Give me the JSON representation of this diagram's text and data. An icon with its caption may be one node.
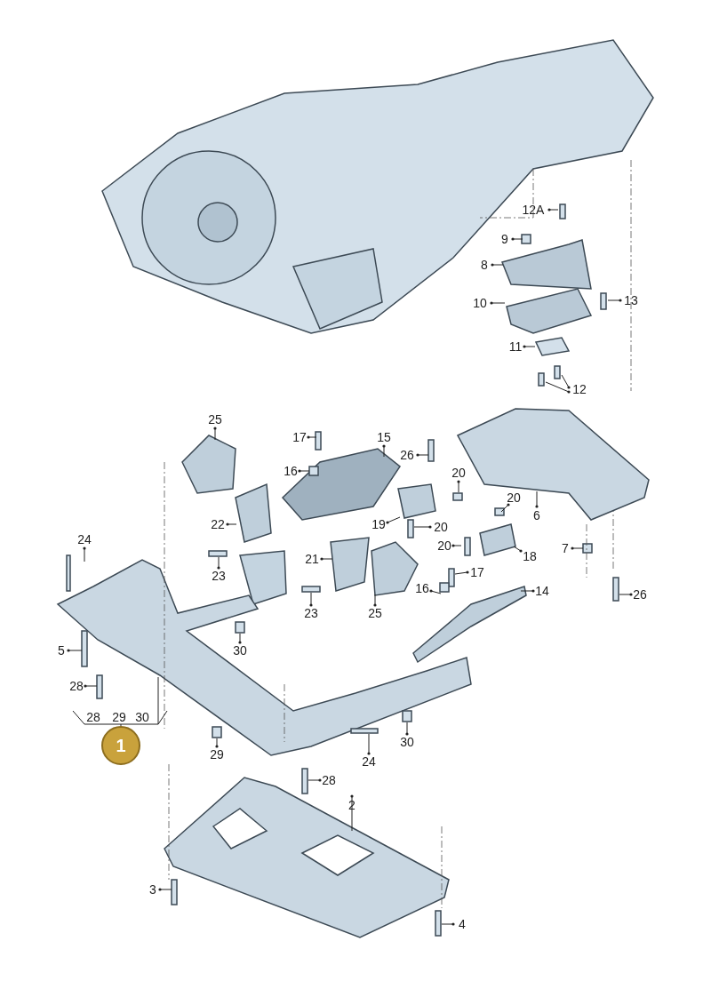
{
  "diagram": {
    "nodes": [
      {
        "text": [
          "12A"
        ]
      },
      {
        "text": [
          "9"
        ]
      },
      {
        "text": [
          "8"
        ]
      },
      {
        "text": [
          "10"
        ]
      },
      {
        "text": [
          "13"
        ]
      },
      {
        "text": [
          "11"
        ]
      },
      {
        "text": [
          "12"
        ]
      },
      {
        "text": [
          "25"
        ]
      },
      {
        "text": [
          "17"
        ]
      },
      {
        "text": [
          "15"
        ]
      },
      {
        "text": [
          "26"
        ]
      },
      {
        "text": [
          "16"
        ]
      },
      {
        "text": [
          "20"
        ]
      },
      {
        "text": [
          "22"
        ]
      },
      {
        "text": [
          "19"
        ]
      },
      {
        "text": [
          "20"
        ]
      },
      {
        "text": [
          "20"
        ]
      },
      {
        "text": [
          "24"
        ]
      },
      {
        "text": [
          "23"
        ]
      },
      {
        "text": [
          "21"
        ]
      },
      {
        "text": [
          "20"
        ]
      },
      {
        "text": [
          "18"
        ]
      },
      {
        "text": [
          "7"
        ]
      },
      {
        "text": [
          "17"
        ]
      },
      {
        "text": [
          "14"
        ]
      },
      {
        "text": [
          "23"
        ]
      },
      {
        "text": [
          "25"
        ]
      },
      {
        "text": [
          "16"
        ]
      },
      {
        "text": [
          "26"
        ]
      },
      {
        "text": [
          "5"
        ]
      },
      {
        "text": [
          "30"
        ]
      },
      {
        "text": [
          "28"
        ]
      },
      {
        "text": [
          "30"
        ]
      },
      {
        "text": [
          "24"
        ]
      },
      {
        "text": [
          "29"
        ]
      },
      {
        "text": [
          "28"
        ]
      },
      {
        "text": [
          "2"
        ]
      },
      {
        "text": [
          "3"
        ]
      },
      {
        "text": [
          "4"
        ]
      },
      {
        "text": [
          "1"
        ]
      },
      {
        "text": [
          "6"
        ]
      },
      {
        "text": [],
        "shape": "picture"
      }
    ],
    "edges": [
      {
        "from": 0,
        "to": null,
        "arrow": "other"
      },
      {
        "from": 1,
        "to": null,
        "arrow": "other"
      },
      {
        "from": 2,
        "to": null,
        "arrow": "other"
      },
      {
        "from": 3,
        "to": null,
        "arrow": "other"
      },
      {
        "from": 4,
        "to": null,
        "arrow": "other"
      },
      {
        "from": 5,
        "to": null,
        "arrow": "other"
      },
      {
        "from": 6,
        "to": null,
        "arrow": "other"
      },
      {
        "from": 6,
        "to": null,
        "arrow": "other"
      },
      {
        "from": 7,
        "to": null,
        "arrow": "other"
      },
      {
        "from": 8,
        "to": null,
        "arrow": "other"
      },
      {
        "from": 9,
        "to": null,
        "arrow": "other"
      },
      {
        "from": 10,
        "to": null,
        "arrow": "other"
      },
      {
        "from": 11,
        "to": null,
        "arrow": "other"
      },
      {
        "from": 12,
        "to": null,
        "arrow": "other"
      },
      {
        "from": 13,
        "to": null,
        "arrow": "other"
      },
      {
        "from": 14,
        "to": null,
        "arrow": "other"
      },
      {
        "from": 15,
        "to": null,
        "arrow": "other"
      },
      {
        "from": 16,
        "to": null,
        "arrow": "other"
      },
      {
        "from": 17,
        "to": null,
        "arrow": "other"
      },
      {
        "from": 18,
        "to": null,
        "arrow": "other"
      },
      {
        "from": 19,
        "to": null,
        "arrow": "other"
      },
      {
        "from": 20,
        "to": null,
        "arrow": "other"
      },
      {
        "from": 21,
        "to": null,
        "arrow": "other"
      },
      {
        "from": 22,
        "to": null,
        "arrow": "other"
      },
      {
        "from": 23,
        "to": null,
        "arrow": "other"
      },
      {
        "from": 24,
        "to": null,
        "arrow": "other"
      },
      {
        "from": 25,
        "to": null,
        "arrow": "other"
      },
      {
        "from": 26,
        "to": null,
        "arrow": "other"
      },
      {
        "from": 27,
        "to": null,
        "arrow": "other"
      },
      {
        "from": 28,
        "to": null,
        "arrow": "other"
      },
      {
        "from": 29,
        "to": null,
        "arrow": "other"
      },
      {
        "from": 30,
        "to": null,
        "arrow": "other"
      },
      {
        "from": 31,
        "to": null,
        "arrow": "other"
      },
      {
        "from": 32,
        "to": null,
        "arrow": "other"
      },
      {
        "from": 33,
        "to": null,
        "arrow": "other"
      },
      {
        "from": 34,
        "to": null,
        "arrow": "other"
      },
      {
        "from": 35,
        "to": null,
        "arrow": "other"
      },
      {
        "from": 36,
        "to": null,
        "arrow": "other"
      },
      {
        "from": 37,
        "to": null,
        "arrow": "other"
      },
      {
        "from": 38,
        "to": null,
        "arrow": "other"
      },
      {
        "from": 39,
        "to": null,
        "arrow": "none"
      },
      {
        "from": 40,
        "to": 41,
        "arrow": "other"
      }
    ],
    "labels": [
      "28",
      "29",
      "30"
    ]
  }
}
